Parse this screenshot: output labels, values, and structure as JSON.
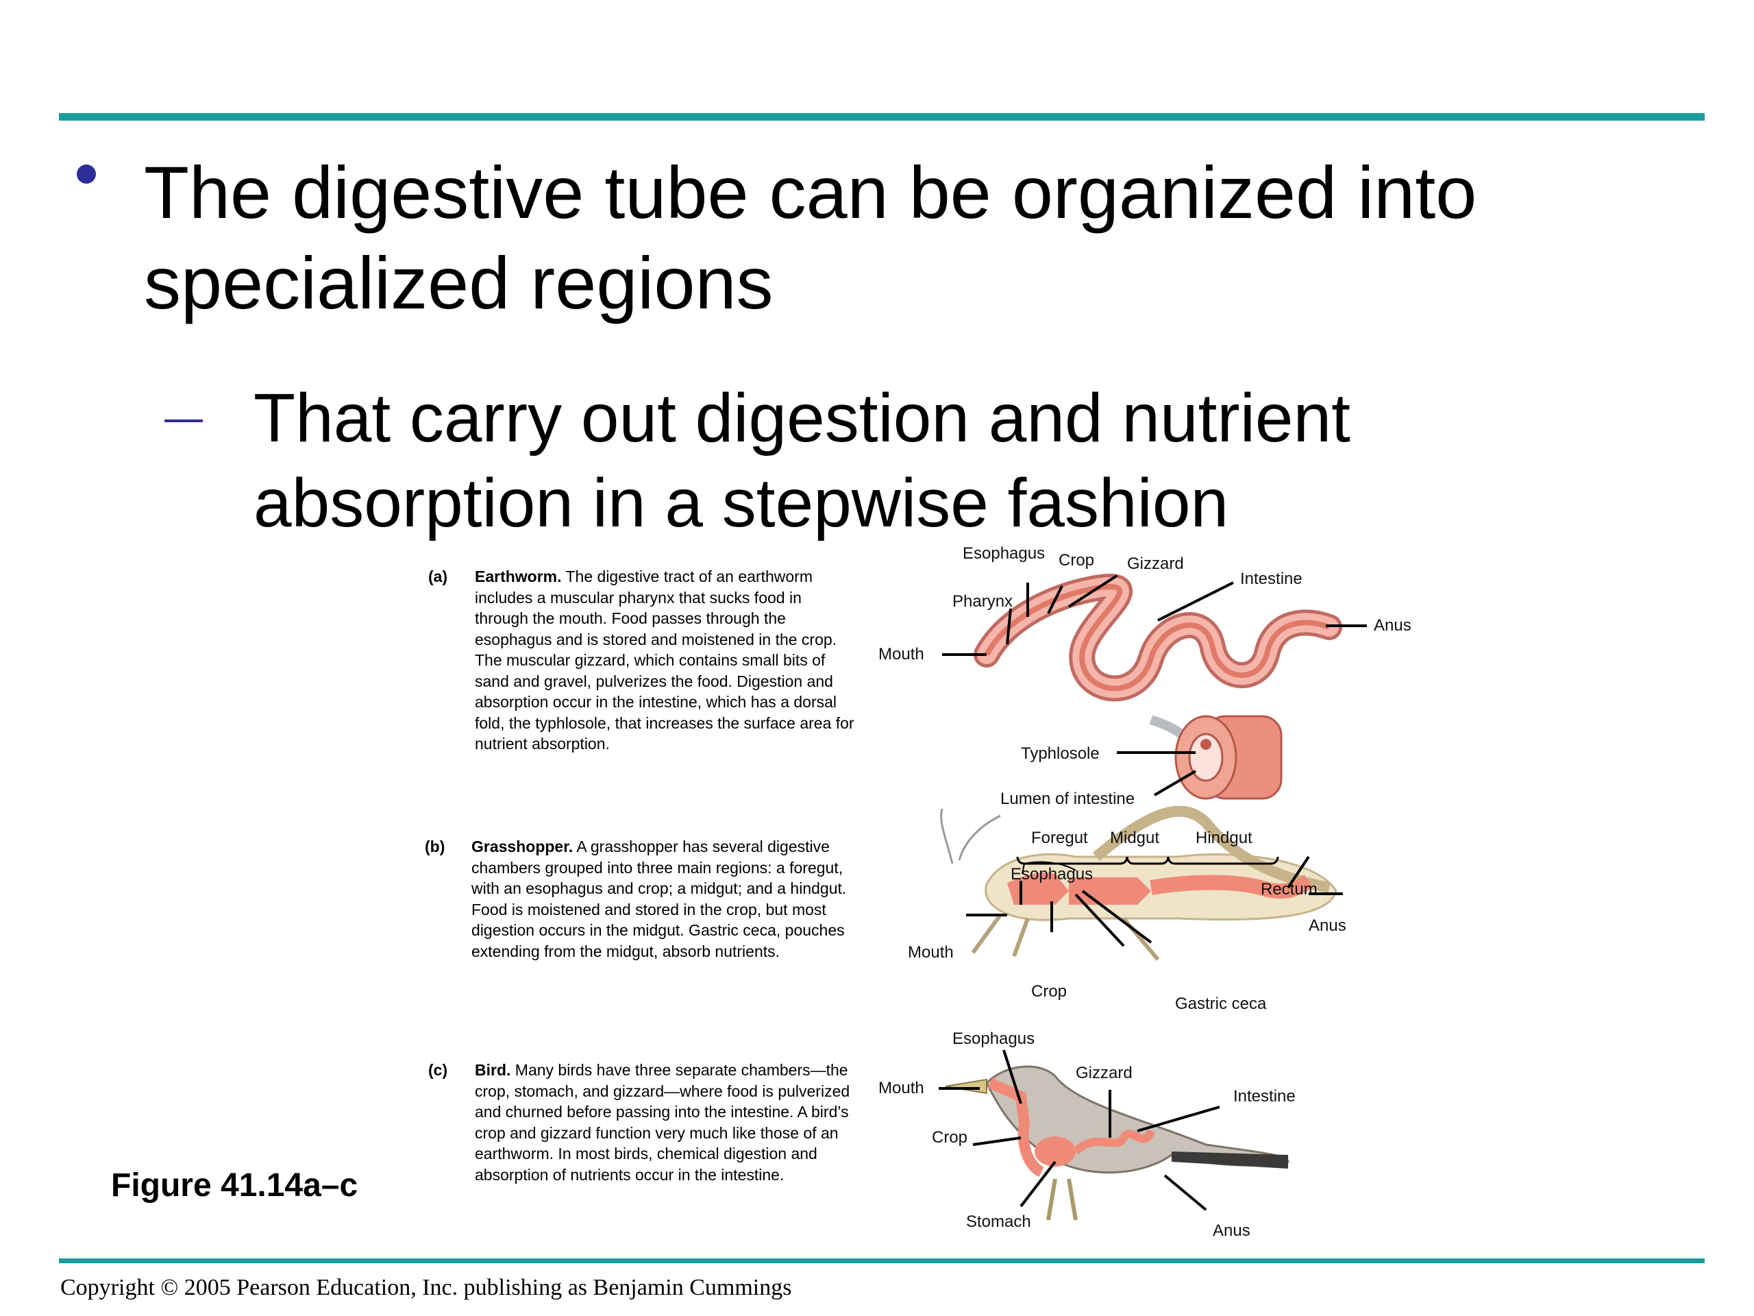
{
  "slide": {
    "bullet": "The digestive tube can be organized into specialized regions",
    "sub_bullet": "That carry out digestion and nutrient absorption in a stepwise fashion",
    "figure_label": "Figure 41.14a–c",
    "copyright": "Copyright © 2005 Pearson Education, Inc. publishing as Benjamin Cummings",
    "colors": {
      "rule": "#1a9c9c",
      "bullet": "#2e2e9a",
      "gut": "#f08a78"
    }
  },
  "captions": {
    "a": {
      "tag": "(a)",
      "head": "Earthworm.",
      "body": " The digestive tract of an earthworm includes a muscular pharynx that sucks food in through the mouth. Food passes through the esophagus and is stored and moistened in the crop. The muscular gizzard, which contains small bits of sand and gravel, pulverizes the food. Digestion and absorption occur in the intestine, which has a dorsal fold, the typhlosole, that increases the surface area for nutrient absorption."
    },
    "b": {
      "tag": "(b)",
      "head": "Grasshopper.",
      "body": " A grasshopper has several digestive chambers grouped into three main regions: a foregut, with an esophagus and crop; a midgut; and a hindgut. Food is moistened and stored in the crop, but most digestion occurs in the midgut. Gastric ceca, pouches extending from the midgut, absorb nutrients."
    },
    "c": {
      "tag": "(c)",
      "head": "Bird.",
      "body": " Many birds have three separate chambers—the crop, stomach, and gizzard—where food is pulverized and churned before passing into the intestine. A bird’s crop and gizzard function very much like those of an earthworm. In most birds, chemical digestion and absorption of nutrients occur in the intestine."
    }
  },
  "labels": {
    "worm": {
      "esophagus": "Esophagus",
      "crop": "Crop",
      "gizzard": "Gizzard",
      "pharynx": "Pharynx",
      "intestine": "Intestine",
      "mouth": "Mouth",
      "anus": "Anus",
      "typhlosole": "Typhlosole",
      "lumen": "Lumen of intestine"
    },
    "grasshopper": {
      "foregut": "Foregut",
      "midgut": "Midgut",
      "hindgut": "Hindgut",
      "esophagus": "Esophagus",
      "rectum": "Rectum",
      "anus": "Anus",
      "mouth": "Mouth",
      "crop": "Crop",
      "gastric_ceca": "Gastric ceca"
    },
    "bird": {
      "esophagus": "Esophagus",
      "gizzard": "Gizzard",
      "mouth": "Mouth",
      "intestine": "Intestine",
      "crop": "Crop",
      "stomach": "Stomach",
      "anus": "Anus"
    }
  }
}
